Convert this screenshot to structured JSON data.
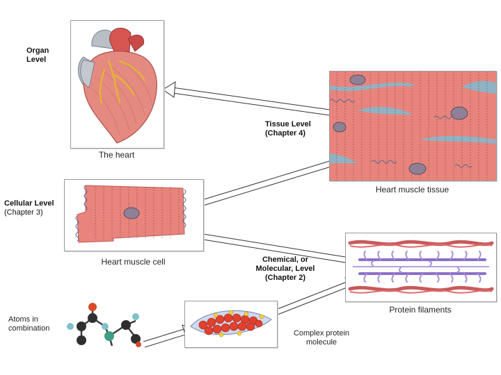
{
  "levels": {
    "organ": {
      "line1": "Organ",
      "line2": "Level"
    },
    "tissue": {
      "line1": "Tissue Level",
      "line2": "(Chapter 4)"
    },
    "cellular": {
      "line1": "Cellular Level",
      "line2": "(Chapter 3)"
    },
    "chemical": {
      "line1": "Chemical, or",
      "line2": "Molecular, Level",
      "line3": "(Chapter 2)"
    },
    "atoms": {
      "line1": "Atoms in",
      "line2": "combination"
    }
  },
  "captions": {
    "heart": "The heart",
    "tissue": "Heart muscle tissue",
    "cell": "Heart muscle cell",
    "filaments": "Protein filaments",
    "molecule_line1": "Complex protein",
    "molecule_line2": "molecule"
  },
  "colors": {
    "muscle": "#e8847c",
    "muscle_dark": "#c25a55",
    "nucleus": "#8f8096",
    "gap": "#8fb3c4",
    "protein_red": "#e06b6b",
    "protein_purple": "#a98fd6",
    "atom_dark": "#2f2f2f",
    "atom_green": "#3f9e83",
    "atom_red": "#d84a2a",
    "atom_teal": "#7fc1c9"
  }
}
